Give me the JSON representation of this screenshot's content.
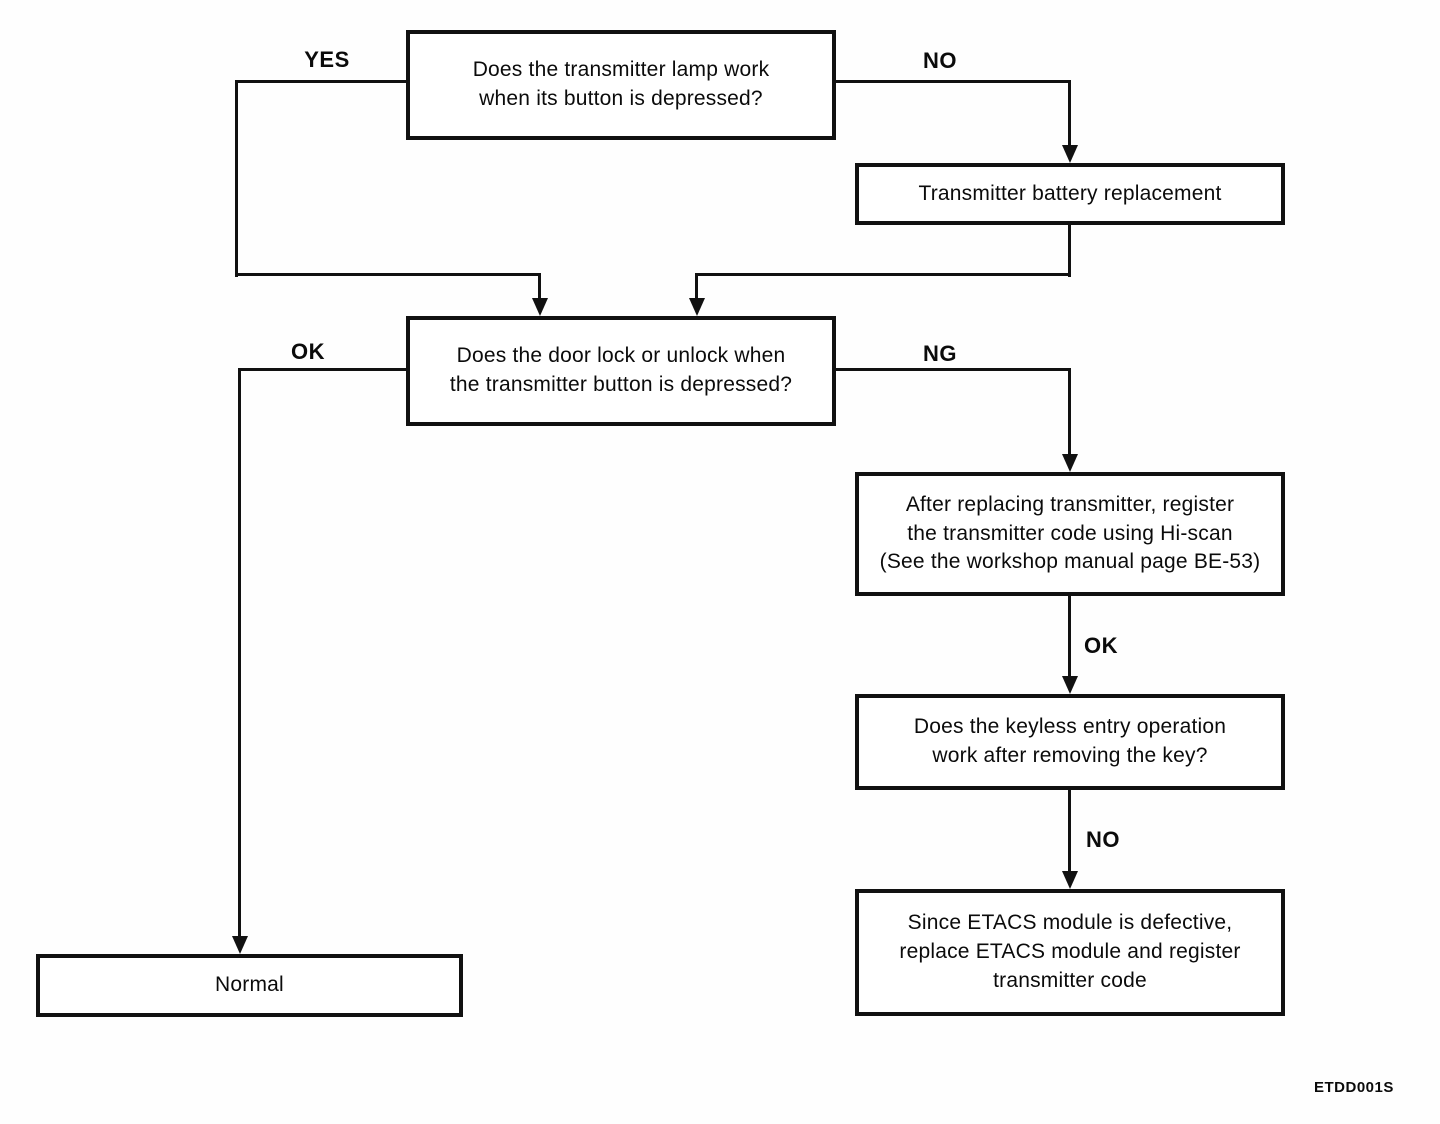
{
  "diagram": {
    "figure_code": "ETDD001S",
    "line_color": "#111111",
    "background_color": "#ffffff",
    "nodes": {
      "lamp_question": {
        "type": "question",
        "text": "Does the transmitter lamp work\nwhen its button is depressed?"
      },
      "battery_replacement": {
        "type": "action",
        "text": "Transmitter battery replacement"
      },
      "door_question": {
        "type": "question",
        "text": "Does the door lock or unlock when\nthe transmitter button is depressed?"
      },
      "register_code": {
        "type": "action",
        "text": "After replacing transmitter, register\nthe transmitter code using Hi-scan\n(See the workshop manual page BE-53)"
      },
      "keyless_question": {
        "type": "question",
        "text": "Does the keyless entry operation\nwork after removing the key?"
      },
      "etacs_defective": {
        "type": "action",
        "text": "Since ETACS module is defective,\nreplace ETACS module and register\ntransmitter code"
      },
      "normal": {
        "type": "result",
        "text": "Normal"
      }
    },
    "edge_labels": {
      "lamp_yes": "YES",
      "lamp_no": "NO",
      "door_ok": "OK",
      "door_ng": "NG",
      "register_ok": "OK",
      "keyless_no": "NO"
    },
    "edges": [
      {
        "from": "lamp_question",
        "label": "YES",
        "to": "door_question"
      },
      {
        "from": "lamp_question",
        "label": "NO",
        "to": "battery_replacement"
      },
      {
        "from": "battery_replacement",
        "label": "",
        "to": "door_question"
      },
      {
        "from": "door_question",
        "label": "OK",
        "to": "normal"
      },
      {
        "from": "door_question",
        "label": "NG",
        "to": "register_code"
      },
      {
        "from": "register_code",
        "label": "OK",
        "to": "keyless_question"
      },
      {
        "from": "keyless_question",
        "label": "NO",
        "to": "etacs_defective"
      }
    ]
  }
}
